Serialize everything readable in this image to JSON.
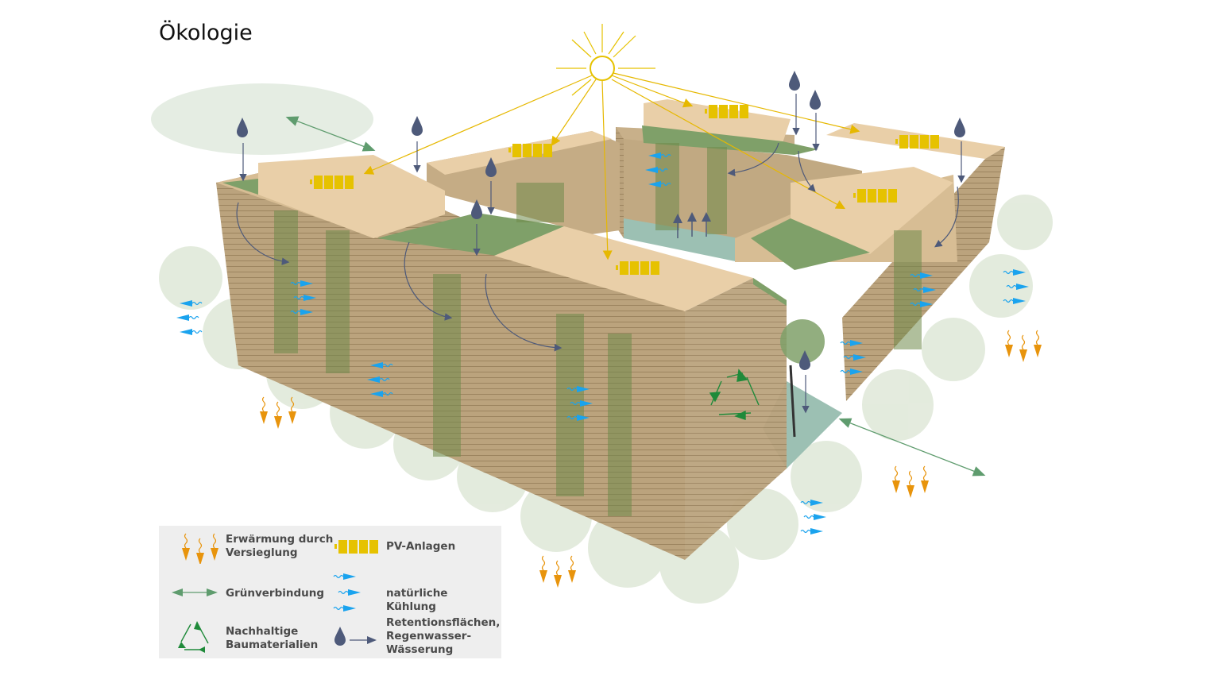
{
  "title": "Ökologie",
  "legend": {
    "heating": {
      "line1": "Erwärmung durch",
      "line2": "Versieglung",
      "icon": "heat-arrows-icon"
    },
    "pv": {
      "label": "PV-Anlagen",
      "icon": "battery-icon"
    },
    "green": {
      "label": "Grünverbindung",
      "icon": "double-arrow-icon"
    },
    "cooling": {
      "label": "natürliche Kühlung",
      "icon": "wind-arrow-icon"
    },
    "materials": {
      "line1": "Nachhaltige",
      "line2": "Baumaterialien",
      "icon": "recycle-icon"
    },
    "water": {
      "line1": "Retentionsflächen,",
      "line2": "Regenwasser-",
      "line3": "Wässerung",
      "icon": "water-drop-icon"
    }
  },
  "colors": {
    "heat": "#e8940c",
    "pv": "#e6c200",
    "green": "#5f9c6e",
    "cooling": "#1aa3ee",
    "water": "#4e5a7a",
    "recycle": "#1f8a3a",
    "roof": "#e9cfa8",
    "facade": "#b8a07a"
  }
}
